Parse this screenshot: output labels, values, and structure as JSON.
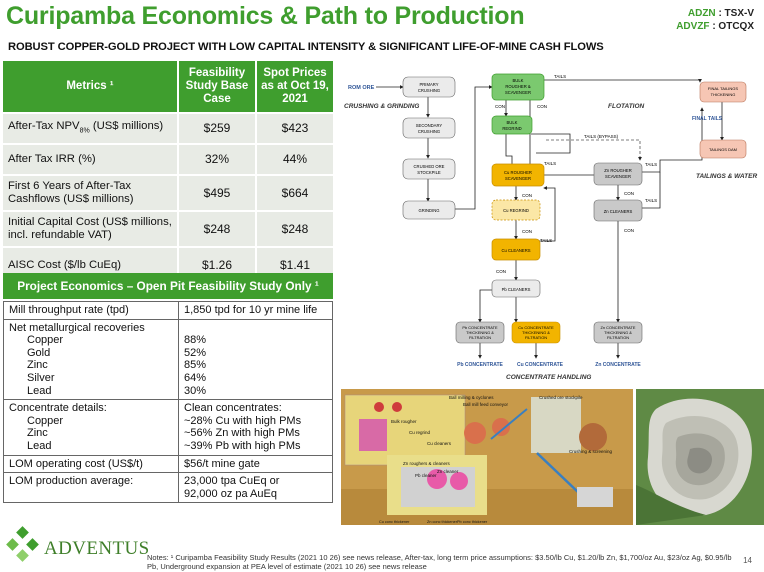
{
  "header": {
    "title": "Curipamba Economics & Path to Production",
    "subtitle": "ROBUST COPPER-GOLD PROJECT WITH LOW CAPITAL INTENSITY & SIGNIFICANT LIFE-OF-MINE CASH FLOWS",
    "ticker1_label": "ADZN",
    "ticker1_value": ": TSX-V",
    "ticker2_label": "ADVZF",
    "ticker2_value": ": OTCQX"
  },
  "metrics": {
    "col1": "Metrics ¹",
    "col2": "Feasibility Study Base Case",
    "col3": "Spot Prices as at Oct 19, 2021",
    "rows": [
      {
        "metric": "After-Tax NPV",
        "sub": "8%",
        "metric_suffix": " (US$ millions)",
        "base": "$259",
        "spot": "$423"
      },
      {
        "metric": "After Tax IRR (%)",
        "base": "32%",
        "spot": "44%"
      },
      {
        "metric": "First 6 Years of After-Tax Cashflows (US$ millions)",
        "base": "$495",
        "spot": "$664"
      },
      {
        "metric": "Initial Capital Cost (US$ millions, incl. refundable VAT)",
        "base": "$248",
        "spot": "$248"
      },
      {
        "metric": "AISC Cost ($/lb CuEq)",
        "base": "$1.26",
        "spot": "$1.41"
      }
    ]
  },
  "economics": {
    "heading": "Project Economics – Open Pit Feasibility Study Only ¹",
    "mill_label": "Mill throughput rate (tpd)",
    "mill_value": "1,850 tpd for 10 yr mine life",
    "recov_label": "Net metallurgical recoveries",
    "recoveries": [
      {
        "metal": "Copper",
        "value": "88%"
      },
      {
        "metal": "Gold",
        "value": "52%"
      },
      {
        "metal": "Zinc",
        "value": "85%"
      },
      {
        "metal": "Silver",
        "value": "64%"
      },
      {
        "metal": "Lead",
        "value": "30%"
      }
    ],
    "conc_label": "Concentrate details:",
    "conc_head": "Clean concentrates:",
    "concentrates": [
      {
        "metal": "Copper",
        "value": "~28% Cu with high PMs"
      },
      {
        "metal": "Zinc",
        "value": "~56% Zn with high PMs"
      },
      {
        "metal": "Lead",
        "value": "~39% Pb with high PMs"
      }
    ],
    "lom_op_label": "LOM operating cost (US$/t)",
    "lom_op_value": "$56/t mine gate",
    "lom_prod_label": "LOM production average:",
    "lom_prod_value1": "23,000 tpa CuEq or",
    "lom_prod_value2": "92,000 oz pa AuEq"
  },
  "flowsheet": {
    "rom_ore": "ROM ORE",
    "crushing_grinding": "CRUSHING & GRINDING",
    "flotation": "FLOTATION",
    "tailings_water": "TAILINGS & WATER",
    "concentrate_handling": "CONCENTRATE HANDLING",
    "primary_crushing": [
      "PRIMARY",
      "CRUSHING"
    ],
    "secondary_crushing": [
      "SECONDARY",
      "CRUSHING"
    ],
    "crushed_ore": [
      "CRUSHED ORE",
      "STOCKPILE"
    ],
    "grinding": "GRINDING",
    "bulk": [
      "BULK",
      "ROUGHER &",
      "SCAVENGER"
    ],
    "bulk_regrind": [
      "BULK",
      "REGRIND"
    ],
    "cu_rougher": [
      "Cu ROUGHER",
      "SCAVENGER"
    ],
    "cu_regrind": "Cu REGRIND",
    "cu_cleaners": "Cu CLEANERS",
    "pb_cleaners": "Pb CLEANERS",
    "zn_rougher": [
      "Zn ROUGHER",
      "SCAVENGER"
    ],
    "zn_cleaners": "Zn CLEANERS",
    "final_tails": [
      "FINAL TAILINGS",
      "THICKENING"
    ],
    "tailings_dam": "TAILINGS DAM",
    "pb_conc_box": [
      "Pb CONCENTRATE",
      "THICKENING &",
      "FILTRATION"
    ],
    "cu_conc_box": [
      "Cu CONCENTRATE",
      "THICKENING &",
      "FILTRATION"
    ],
    "zn_conc_box": [
      "Zn CONCENTRATE",
      "THICKENING &",
      "FILTRATION"
    ],
    "pb_conc": "Pb CONCENTRATE",
    "cu_conc": "Cu CONCENTRATE",
    "zn_conc": "Zn CONCENTRATE",
    "tails": "TAILS",
    "con": "CON",
    "tails_bypass": "TAILS (BYPASS)",
    "final_tails_label": "FINAL TAILS",
    "colors": {
      "green": "#3f9e2e",
      "orange": "#f2b400",
      "grey": "#c9c9c9",
      "pink": "#f6c6b4",
      "blue": "#2f5597"
    }
  },
  "plant_labels": {
    "ball_mill": "Ball milling & cyclones",
    "ball_mill_feed": "Ball mill feed conveyor",
    "crushed_ore": "Crushed ore stockpile",
    "crushing": "Crushing & screening",
    "bulk_rougher": "Bulk rougher",
    "cu_cleaners": "Cu cleaners",
    "zn_roughers": "Zn roughers & cleaners",
    "zn_cleaner": "Zn cleaner",
    "cu_regrind": "Cu regrind",
    "pb_cleaner": "Pb cleaner",
    "cu_thickener": "Cu conc thickener",
    "zn_thickener": "Zn conc thickener",
    "pb_thickener": "Pb conc thickener"
  },
  "footer": {
    "logo": "ADVENTUS",
    "notes": "Notes: ¹ Curipamba Feasibility Study Results (2021 10 26) see news release, After-tax, long term price assumptions: $3.50/lb Cu, $1.20/lb Zn, $1,700/oz Au, $23/oz Ag, $0.95/lb Pb, Underground expansion at PEA level of estimate (2021 10 26) see news release",
    "page": "14"
  }
}
